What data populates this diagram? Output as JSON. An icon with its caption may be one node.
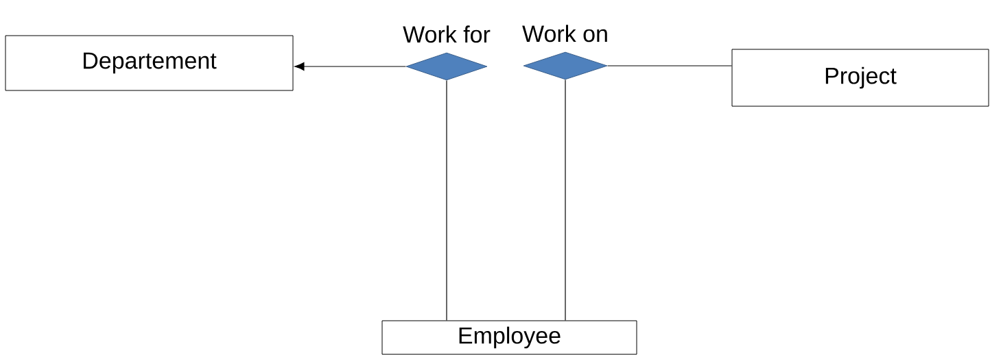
{
  "diagram": {
    "nodes": [
      {
        "text": [
          "Departement"
        ]
      },
      {
        "text": [
          "Work for"
        ]
      },
      {
        "text": [
          "Work on"
        ]
      },
      {
        "text": [
          "Project"
        ]
      },
      {
        "text": [
          "Employee"
        ]
      }
    ],
    "edges": [
      {
        "from": 1,
        "to": 0,
        "arrow": "to"
      },
      {
        "from": 4,
        "to": 1,
        "arrow": "none"
      },
      {
        "from": 4,
        "to": 2,
        "arrow": "none"
      },
      {
        "from": 2,
        "to": 3,
        "arrow": "none"
      }
    ]
  }
}
